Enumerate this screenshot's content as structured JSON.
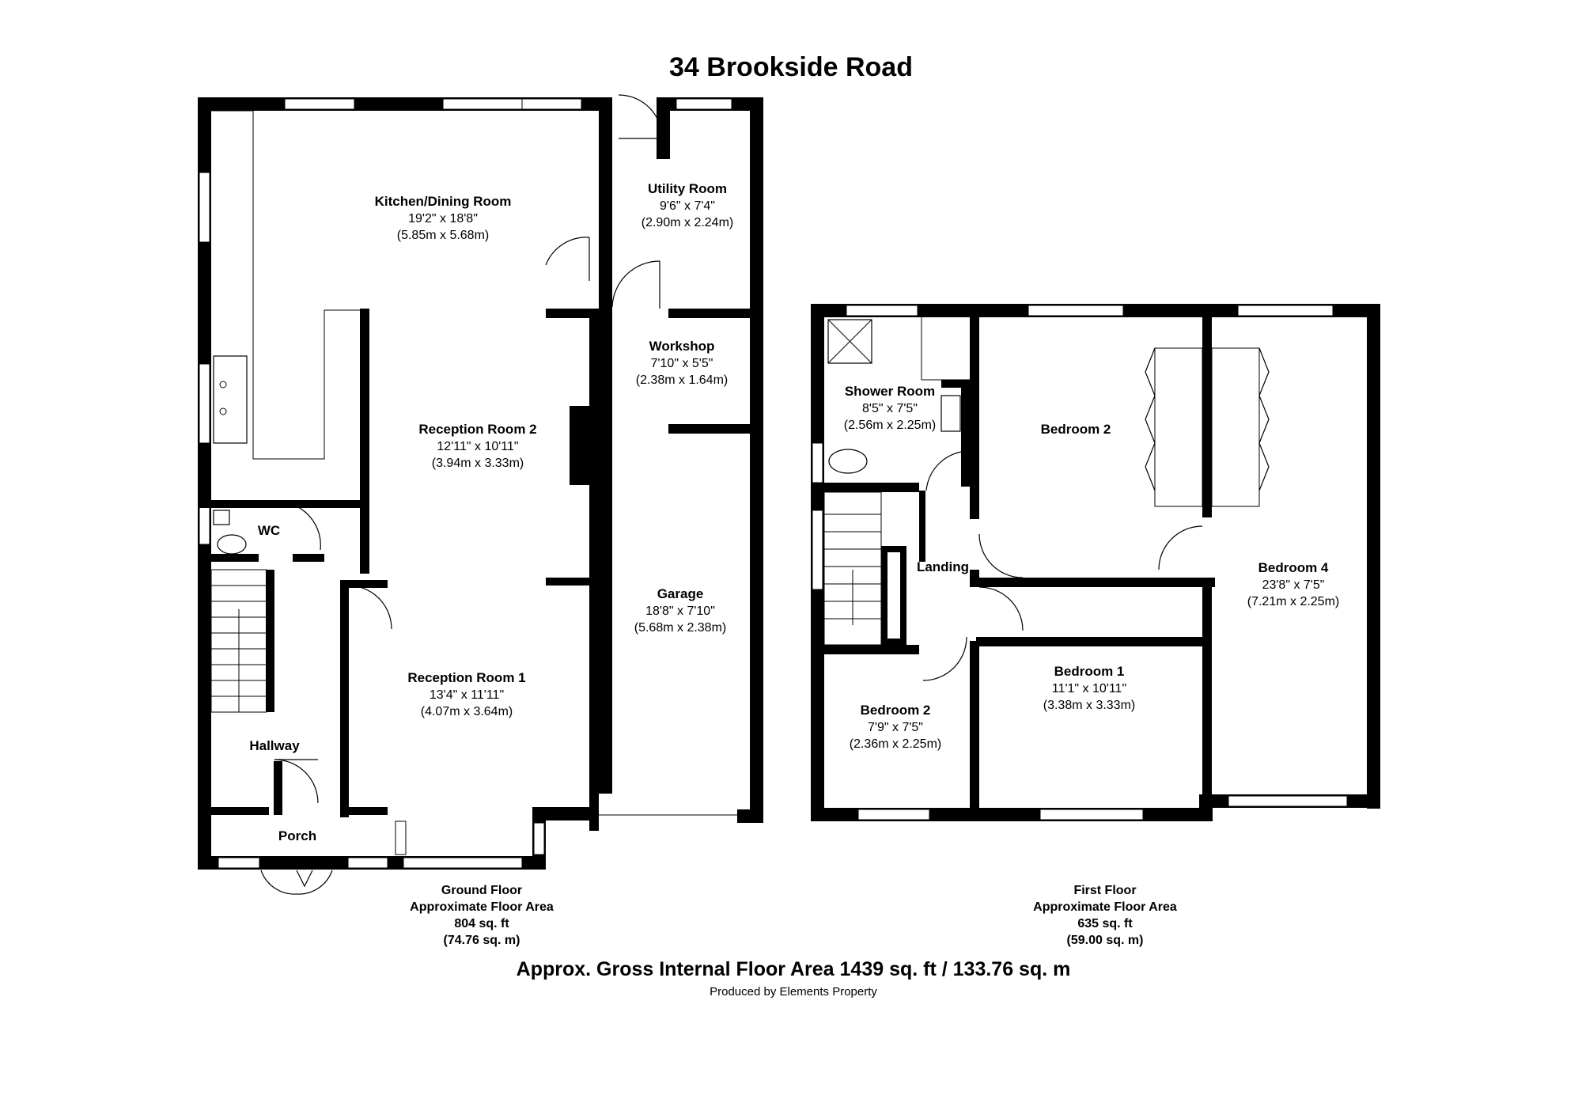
{
  "title": "34 Brookside Road",
  "ground_floor": {
    "rooms": [
      {
        "id": "kitchen",
        "name": "Kitchen/Dining Room",
        "size_imperial": "19'2\" x 18'8\"",
        "size_metric": "(5.85m x 5.68m)"
      },
      {
        "id": "utility",
        "name": "Utility Room",
        "size_imperial": "9'6\" x 7'4\"",
        "size_metric": "(2.90m x 2.24m)"
      },
      {
        "id": "workshop",
        "name": "Workshop",
        "size_imperial": "7'10\" x 5'5\"",
        "size_metric": "(2.38m x 1.64m)"
      },
      {
        "id": "reception2",
        "name": "Reception Room 2",
        "size_imperial": "12'11\" x 10'11\"",
        "size_metric": "(3.94m x 3.33m)"
      },
      {
        "id": "garage",
        "name": "Garage",
        "size_imperial": "18'8\" x 7'10\"",
        "size_metric": "(5.68m x 2.38m)"
      },
      {
        "id": "reception1",
        "name": "Reception Room 1",
        "size_imperial": "13'4\" x 11'11\"",
        "size_metric": "(4.07m x 3.64m)"
      },
      {
        "id": "wc",
        "name": "WC"
      },
      {
        "id": "hallway",
        "name": "Hallway"
      },
      {
        "id": "porch",
        "name": "Porch"
      }
    ],
    "label": "Ground Floor",
    "area_label": "Approximate Floor Area",
    "area_sqft": "804 sq. ft",
    "area_sqm": "(74.76 sq. m)"
  },
  "first_floor": {
    "rooms": [
      {
        "id": "shower",
        "name": "Shower Room",
        "size_imperial": "8'5\" x 7'5\"",
        "size_metric": "(2.56m x 2.25m)"
      },
      {
        "id": "bedroom2a",
        "name": "Bedroom 2"
      },
      {
        "id": "landing",
        "name": "Landing"
      },
      {
        "id": "bedroom4",
        "name": "Bedroom 4",
        "size_imperial": "23'8\" x 7'5\"",
        "size_metric": "(7.21m x 2.25m)"
      },
      {
        "id": "bedroom1",
        "name": "Bedroom 1",
        "size_imperial": "11'1\" x 10'11\"",
        "size_metric": "(3.38m x 3.33m)"
      },
      {
        "id": "bedroom2b",
        "name": "Bedroom 2",
        "size_imperial": "7'9\" x 7'5\"",
        "size_metric": "(2.36m x 2.25m)"
      }
    ],
    "label": "First Floor",
    "area_label": "Approximate Floor Area",
    "area_sqft": "635 sq. ft",
    "area_sqm": "(59.00 sq. m)"
  },
  "total_area": "Approx. Gross Internal Floor Area 1439 sq. ft / 133.76 sq. m",
  "credit": "Produced by Elements Property"
}
